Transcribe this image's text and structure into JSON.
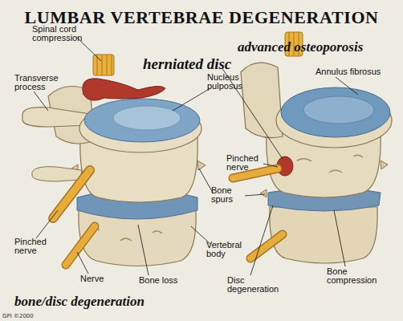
{
  "diagram": {
    "title": "LUMBAR VERTEBRAE DEGENERATION",
    "labels": [
      "Spinal cord compression",
      "herniated disc",
      "Nucleus pulposus",
      "advanced osteoporosis",
      "Transverse process",
      "Annulus fibrosus",
      "Pinched nerve",
      "Bone spurs",
      "Pinched nerve",
      "Vertebral body",
      "Nerve",
      "Bone loss",
      "Bone compression",
      "Disc degeneration",
      "bone/disc degeneration",
      "GPI ©2000"
    ]
  }
}
